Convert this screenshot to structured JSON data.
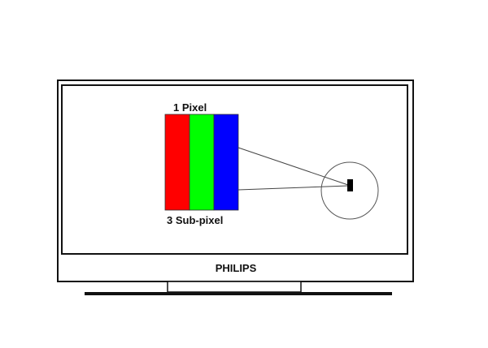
{
  "labels": {
    "pixel": "1 Pixel",
    "subpixel": "3 Sub-pixel",
    "brand": "PHILIPS"
  },
  "colors": {
    "red": "#ff0000",
    "green": "#00ff00",
    "blue": "#0000ff"
  }
}
